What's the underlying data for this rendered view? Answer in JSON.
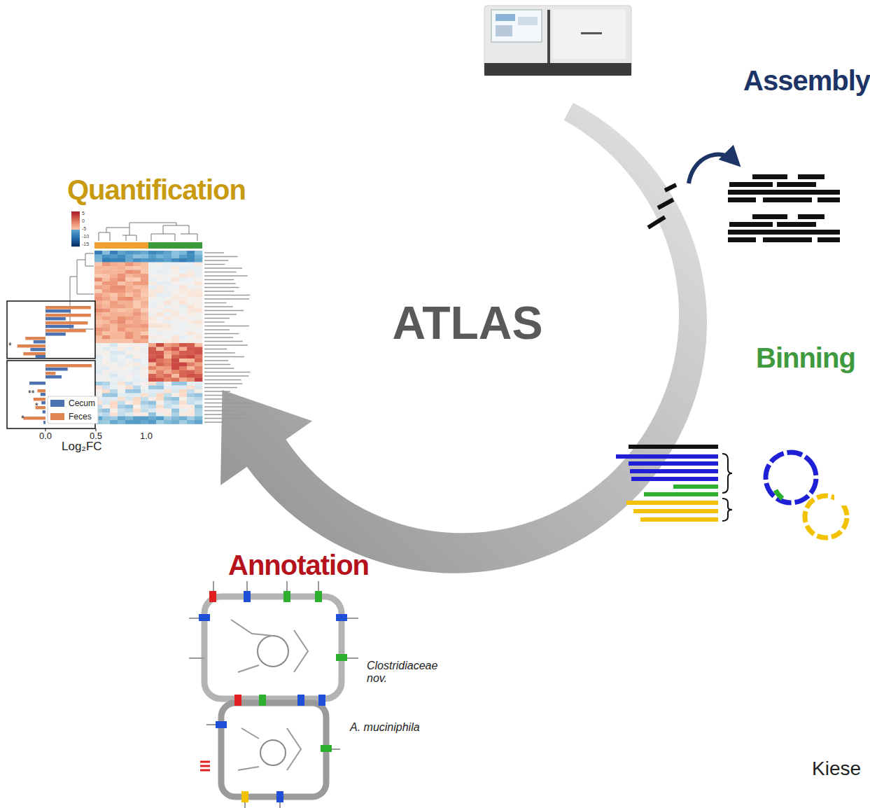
{
  "diagram": {
    "title": "ATLAS",
    "labels": [
      "Assembly",
      "Binning",
      "Annotation",
      "Quantification",
      "Clostridiaceae nov.",
      "A. muciniphila",
      "Kiese",
      "0.0",
      "0.5",
      "1.0",
      "Log₂FC",
      "*",
      "**",
      "*",
      "*",
      "5",
      "0",
      "-5",
      "-10",
      "-15"
    ],
    "legend": [
      {
        "text": "Cecum",
        "color": "#4c72b0"
      },
      {
        "text": "Feces",
        "color": "#dd8452"
      }
    ]
  }
}
